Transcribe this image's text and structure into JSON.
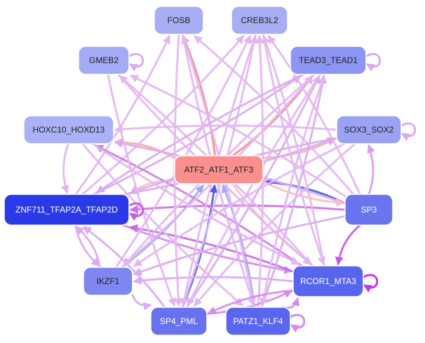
{
  "nodes": [
    {
      "id": "FOSB",
      "label": "FOSB",
      "fill": "#a7aef6",
      "text": "#222222"
    },
    {
      "id": "CREB3L2",
      "label": "CREB3L2",
      "fill": "#a7aef6",
      "text": "#222222"
    },
    {
      "id": "GMEB2",
      "label": "GMEB2",
      "fill": "#a4abf5",
      "text": "#222222"
    },
    {
      "id": "TEAD3_TEAD1",
      "label": "TEAD3_TEAD1",
      "fill": "#8d95f3",
      "text": "#222222"
    },
    {
      "id": "HOXC10_HOXD13",
      "label": "HOXC10_HOXD13",
      "fill": "#aab1f6",
      "text": "#222222"
    },
    {
      "id": "SOX3_SOX2",
      "label": "SOX3_SOX2",
      "fill": "#9ba2f4",
      "text": "#222222"
    },
    {
      "id": "ATF2_ATF1_ATF3",
      "label": "ATF2_ATF1_ATF3",
      "fill": "#fa8f8d",
      "text": "#222222"
    },
    {
      "id": "ZNF711_TFAP2A_TFAP2D",
      "label": "ZNF711_TFAP2A_TFAP2D",
      "fill": "#2b3ae8",
      "text": "#ffffff"
    },
    {
      "id": "SP3",
      "label": "SP3",
      "fill": "#6a74ee",
      "text": "#ffffff"
    },
    {
      "id": "IKZF1",
      "label": "IKZF1",
      "fill": "#7e87f1",
      "text": "#222222"
    },
    {
      "id": "RCOR1_MTA3",
      "label": "RCOR1_MTA3",
      "fill": "#5865ed",
      "text": "#ffffff"
    },
    {
      "id": "SP4_PML",
      "label": "SP4_PML",
      "fill": "#6872ee",
      "text": "#ffffff"
    },
    {
      "id": "PATZ1_KLF4",
      "label": "PATZ1_KLF4",
      "fill": "#5a66ed",
      "text": "#ffffff"
    }
  ],
  "edges": [
    {
      "from": "ATF2_ATF1_ATF3",
      "to": "FOSB",
      "color": "#f98c8c"
    },
    {
      "from": "ATF2_ATF1_ATF3",
      "to": "TEAD3_TEAD1",
      "color": "#f98c8c"
    },
    {
      "from": "ATF2_ATF1_ATF3",
      "to": "HOXC10_HOXD13",
      "color": "#f9a8a6"
    },
    {
      "from": "ATF2_ATF1_ATF3",
      "to": "SOX3_SOX2",
      "color": "#f9b2ae"
    },
    {
      "from": "ATF2_ATF1_ATF3",
      "to": "ZNF711_TFAP2A_TFAP2D",
      "color": "#f4c0c0"
    },
    {
      "from": "ATF2_ATF1_ATF3",
      "to": "RCOR1_MTA3",
      "color": "#f4c0c8"
    },
    {
      "from": "SP3",
      "to": "ATF2_ATF1_ATF3",
      "color": "#4a5be0"
    },
    {
      "from": "SP4_PML",
      "to": "ATF2_ATF1_ATF3",
      "color": "#4a5be0"
    },
    {
      "from": "IKZF1",
      "to": "ATF2_ATF1_ATF3",
      "color": "#9ba8ee"
    },
    {
      "from": "PATZ1_KLF4",
      "to": "ATF2_ATF1_ATF3",
      "color": "#a2adf0"
    },
    {
      "from": "SP3",
      "to": "RCOR1_MTA3",
      "color": "#c757e8"
    },
    {
      "from": "SP3",
      "to": "ZNF711_TFAP2A_TFAP2D",
      "color": "#cf6ee8"
    },
    {
      "from": "SP3",
      "to": "SOX3_SOX2",
      "color": "#d99af0"
    },
    {
      "from": "ZNF711_TFAP2A_TFAP2D",
      "to": "FOSB",
      "color": "#e3b6f2"
    },
    {
      "from": "ZNF711_TFAP2A_TFAP2D",
      "to": "CREB3L2",
      "color": "#e3b6f2"
    },
    {
      "from": "ZNF711_TFAP2A_TFAP2D",
      "to": "TEAD3_TEAD1",
      "color": "#dca8f0"
    },
    {
      "from": "ZNF711_TFAP2A_TFAP2D",
      "to": "SOX3_SOX2",
      "color": "#dca8f0"
    },
    {
      "from": "ZNF711_TFAP2A_TFAP2D",
      "to": "RCOR1_MTA3",
      "color": "#d48aee"
    },
    {
      "from": "RCOR1_MTA3",
      "to": "ZNF711_TFAP2A_TFAP2D",
      "color": "#c76ae6"
    },
    {
      "from": "RCOR1_MTA3",
      "to": "HOXC10_HOXD13",
      "color": "#cf7de9"
    },
    {
      "from": "RCOR1_MTA3",
      "to": "IKZF1",
      "color": "#dcaaf1"
    },
    {
      "from": "RCOR1_MTA3",
      "to": "GMEB2",
      "color": "#e3b6f2"
    },
    {
      "from": "RCOR1_MTA3",
      "to": "CREB3L2",
      "color": "#e3b6f2"
    },
    {
      "from": "PATZ1_KLF4",
      "to": "RCOR1_MTA3",
      "color": "#d48aee"
    },
    {
      "from": "PATZ1_KLF4",
      "to": "TEAD3_TEAD1",
      "color": "#dcaaf1"
    },
    {
      "from": "PATZ1_KLF4",
      "to": "FOSB",
      "color": "#e3b6f2"
    },
    {
      "from": "PATZ1_KLF4",
      "to": "CREB3L2",
      "color": "#e3b6f2"
    },
    {
      "from": "SP4_PML",
      "to": "TEAD3_TEAD1",
      "color": "#dcaaf1"
    },
    {
      "from": "SP4_PML",
      "to": "CREB3L2",
      "color": "#e3b6f2"
    },
    {
      "from": "SP4_PML",
      "to": "ZNF711_TFAP2A_TFAP2D",
      "color": "#dcaaf1"
    },
    {
      "from": "SP4_PML",
      "to": "RCOR1_MTA3",
      "color": "#d48aee"
    },
    {
      "from": "IKZF1",
      "to": "TEAD3_TEAD1",
      "color": "#e3b6f2"
    },
    {
      "from": "IKZF1",
      "to": "CREB3L2",
      "color": "#e3b6f2"
    },
    {
      "from": "IKZF1",
      "to": "ZNF711_TFAP2A_TFAP2D",
      "color": "#dcaaf1"
    },
    {
      "from": "SP3",
      "to": "HOXC10_HOXD13",
      "color": "#dcaaf1"
    },
    {
      "from": "SP3",
      "to": "CREB3L2",
      "color": "#e3b6f2"
    },
    {
      "from": "SP3",
      "to": "FOSB",
      "color": "#e3b6f2"
    },
    {
      "from": "SP3",
      "to": "GMEB2",
      "color": "#e3b6f2"
    },
    {
      "from": "SP3",
      "to": "IKZF1",
      "color": "#dcaaf1"
    },
    {
      "from": "SOX3_SOX2",
      "to": "HOXC10_HOXD13",
      "color": "#e3b6f2"
    },
    {
      "from": "SOX3_SOX2",
      "to": "ZNF711_TFAP2A_TFAP2D",
      "color": "#dcaaf1"
    },
    {
      "from": "TEAD3_TEAD1",
      "to": "ZNF711_TFAP2A_TFAP2D",
      "color": "#dcaaf1"
    },
    {
      "from": "TEAD3_TEAD1",
      "to": "IKZF1",
      "color": "#e3b6f2"
    },
    {
      "from": "GMEB2",
      "to": "SP4_PML",
      "color": "#e3b6f2"
    },
    {
      "from": "GMEB2",
      "to": "RCOR1_MTA3",
      "color": "#e3b6f2"
    },
    {
      "from": "FOSB",
      "to": "PATZ1_KLF4",
      "color": "#e3b6f2"
    },
    {
      "from": "FOSB",
      "to": "SP4_PML",
      "color": "#e3b6f2"
    },
    {
      "from": "CREB3L2",
      "to": "SP4_PML",
      "color": "#e3b6f2"
    },
    {
      "from": "CREB3L2",
      "to": "RCOR1_MTA3",
      "color": "#e3b6f2"
    },
    {
      "from": "HOXC10_HOXD13",
      "to": "ZNF711_TFAP2A_TFAP2D",
      "color": "#e3b6f2"
    },
    {
      "from": "HOXC10_HOXD13",
      "to": "PATZ1_KLF4",
      "color": "#e3b6f2"
    },
    {
      "from": "HOXC10_HOXD13",
      "to": "RCOR1_MTA3",
      "color": "#e3b6f2"
    },
    {
      "from": "SOX3_SOX2",
      "to": "SP4_PML",
      "color": "#e3b6f2"
    },
    {
      "from": "SOX3_SOX2",
      "to": "IKZF1",
      "color": "#e3b6f2"
    },
    {
      "from": "TEAD3_TEAD1",
      "to": "SP4_PML",
      "color": "#e3b6f2"
    },
    {
      "from": "TEAD3_TEAD1",
      "to": "PATZ1_KLF4",
      "color": "#e3b6f2"
    },
    {
      "from": "RCOR1_MTA3",
      "to": "SP4_PML",
      "color": "#d48aee"
    },
    {
      "from": "IKZF1",
      "to": "SP4_PML",
      "color": "#dcaaf1"
    },
    {
      "from": "ZNF711_TFAP2A_TFAP2D",
      "to": "IKZF1",
      "color": "#dcaaf1"
    },
    {
      "from": "ATF2_ATF1_ATF3",
      "to": "SP3",
      "color": "#f4c0c8"
    }
  ],
  "self_loops": [
    {
      "node": "GMEB2",
      "color": "#dcaaf1"
    },
    {
      "node": "TEAD3_TEAD1",
      "color": "#dcaaf1"
    },
    {
      "node": "SOX3_SOX2",
      "color": "#dcaaf1"
    },
    {
      "node": "ZNF711_TFAP2A_TFAP2D",
      "color": "#c560e8"
    },
    {
      "node": "RCOR1_MTA3",
      "color": "#c03de6"
    },
    {
      "node": "PATZ1_KLF4",
      "color": "#d48aee"
    }
  ]
}
